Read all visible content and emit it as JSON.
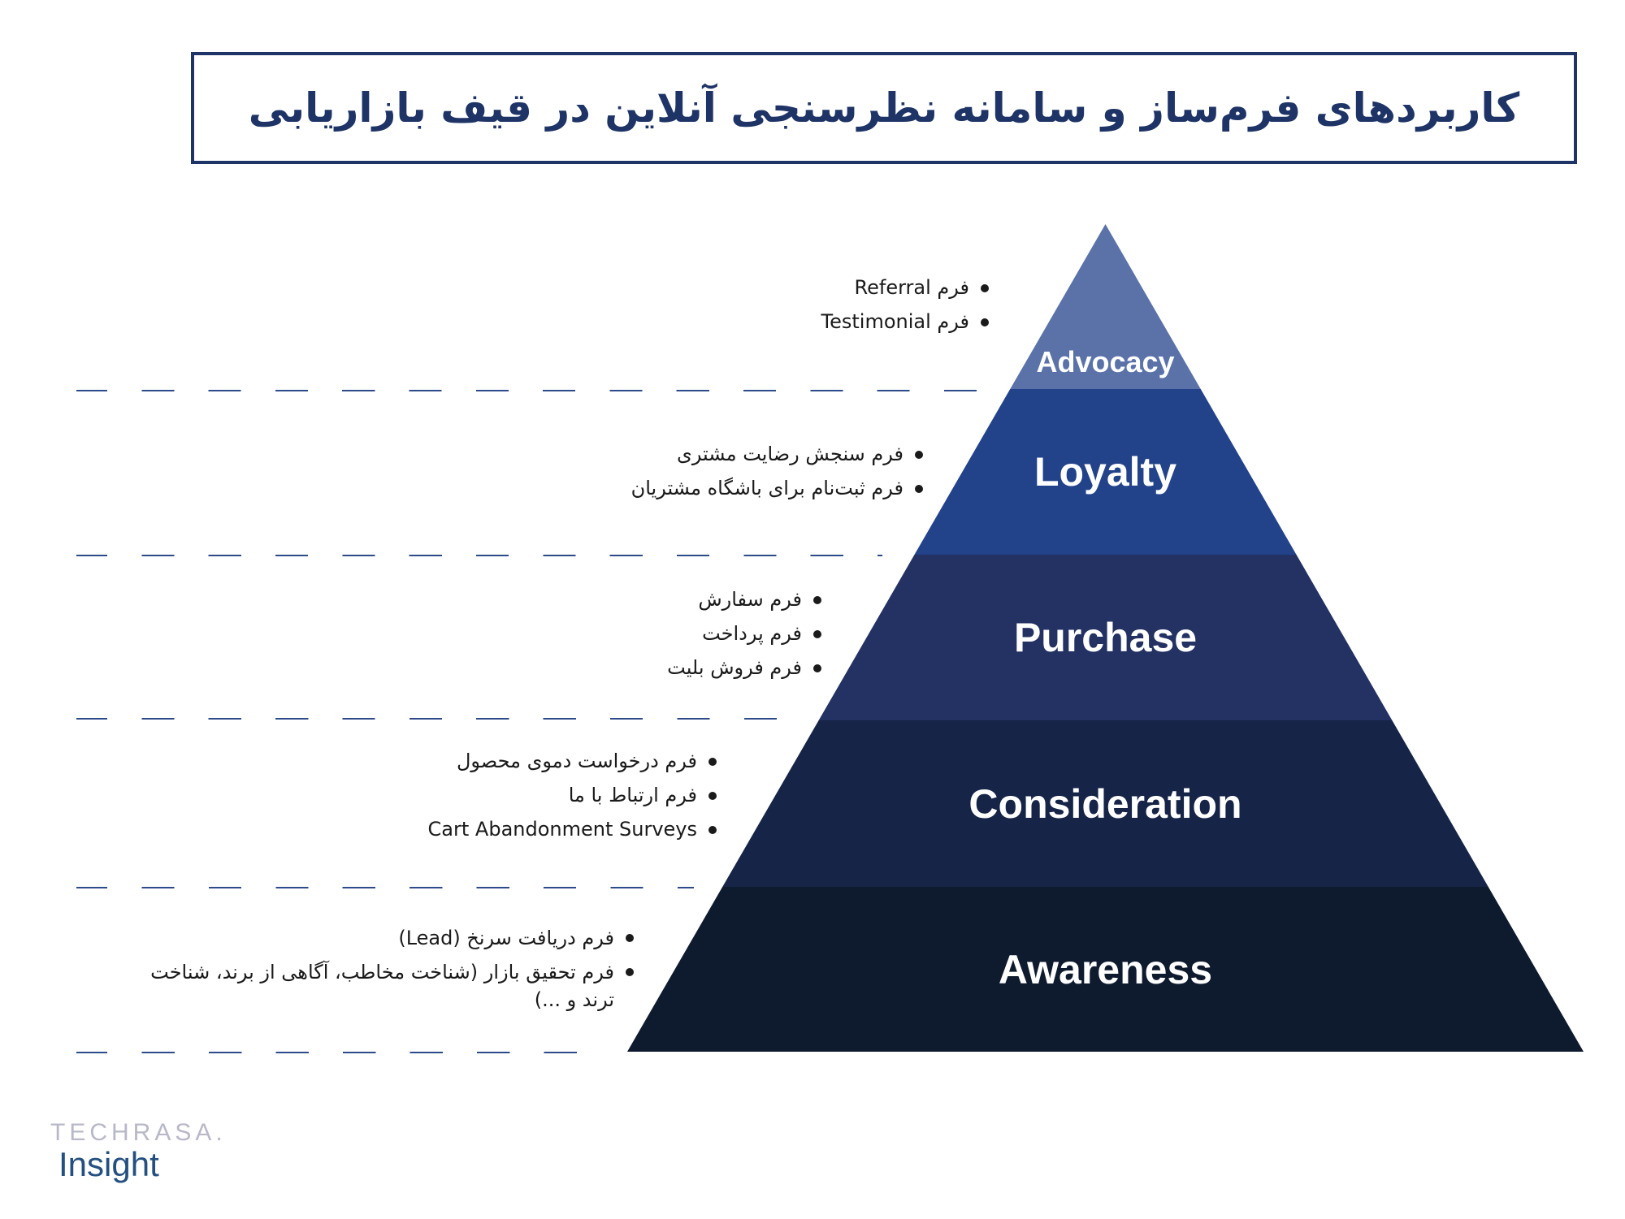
{
  "title": "کاربردهای فرم‌ساز و سامانه نظرسنجی آنلاین در قیف بازاریابی",
  "stages": [
    {
      "label": "Advocacy",
      "color": "#5a72a8",
      "items": [
        "فرم Referral",
        "فرم Testimonial"
      ]
    },
    {
      "label": "Loyalty",
      "color": "#22428a",
      "items": [
        "فرم سنجش رضایت مشتری",
        "فرم ثبت‌نام برای باشگاه مشتریان"
      ]
    },
    {
      "label": "Purchase",
      "color": "#233163",
      "items": [
        "فرم سفارش",
        "فرم پرداخت",
        "فرم فروش بلیت"
      ]
    },
    {
      "label": "Consideration",
      "color": "#162447",
      "items": [
        "فرم درخواست دموی محصول",
        "فرم ارتباط با ما",
        "Cart Abandonment Surveys"
      ]
    },
    {
      "label": "Awareness",
      "color": "#0e1a2e",
      "items": [
        "فرم دریافت سرنخ (Lead)",
        "فرم تحقیق بازار (شناخت مخاطب، آگاهی از برند، شناخت ترند و ...)"
      ]
    }
  ],
  "logo": {
    "brand": "TECHRASA.",
    "sub": "Insight"
  }
}
